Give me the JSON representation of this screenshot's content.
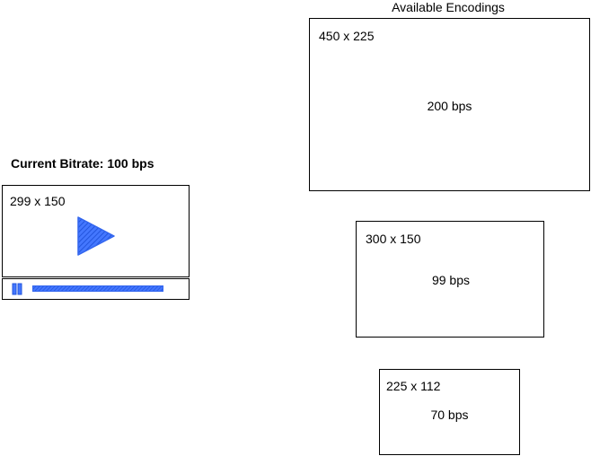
{
  "player": {
    "title": "Current Bitrate: 100 bps",
    "resolution": "299 x 150",
    "accent_color": "#3366ee",
    "icons": {
      "play": "play-icon",
      "pause": "pause-icon"
    }
  },
  "encodings": {
    "title": "Available Encodings",
    "items": [
      {
        "resolution": "450 x 225",
        "bitrate": "200 bps"
      },
      {
        "resolution": "300 x 150",
        "bitrate": "99 bps"
      },
      {
        "resolution": "225 x 112",
        "bitrate": "70 bps"
      }
    ]
  }
}
